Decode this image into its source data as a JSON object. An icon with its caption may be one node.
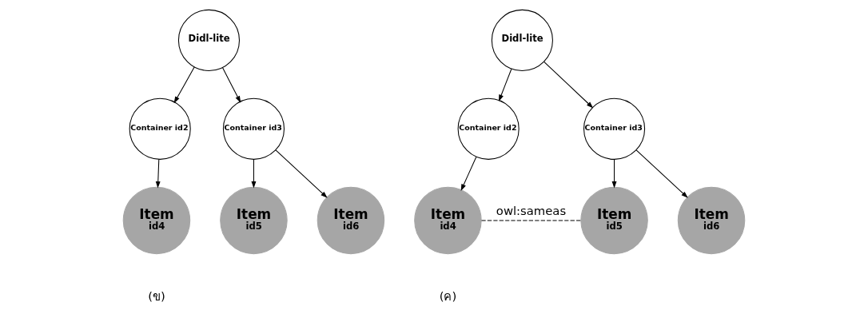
{
  "diagram": {
    "nodes": [
      {
        "text": [
          "Didl-lite"
        ]
      },
      {
        "text": [
          "Container id2"
        ]
      },
      {
        "text": [
          "Container id3"
        ]
      },
      {
        "text": [
          "Item",
          "id4"
        ]
      },
      {
        "text": [
          "Item",
          "id5"
        ]
      },
      {
        "text": [
          "Item",
          "id6"
        ]
      },
      {
        "text": [
          "Didl-lite"
        ]
      },
      {
        "text": [
          "Container id2"
        ]
      },
      {
        "text": [
          "Container id3"
        ]
      },
      {
        "text": [
          "Item",
          "id4"
        ]
      },
      {
        "text": [
          "Item",
          "id5"
        ]
      },
      {
        "text": [
          "Item",
          "id6"
        ]
      }
    ],
    "edges": [
      {
        "from": 0,
        "to": 1,
        "arrow": "to"
      },
      {
        "from": 0,
        "to": 2,
        "arrow": "to"
      },
      {
        "from": 1,
        "to": 3,
        "arrow": "to"
      },
      {
        "from": 2,
        "to": 4,
        "arrow": "to"
      },
      {
        "from": 2,
        "to": 5,
        "arrow": "to"
      },
      {
        "from": 6,
        "to": 7,
        "arrow": "to"
      },
      {
        "from": 6,
        "to": 8,
        "arrow": "to"
      },
      {
        "from": 7,
        "to": 9,
        "arrow": "to"
      },
      {
        "from": 8,
        "to": 10,
        "arrow": "to"
      },
      {
        "from": 8,
        "to": 11,
        "arrow": "to"
      },
      {
        "from": 9,
        "to": 10,
        "arrow": "none",
        "label": "owl:sameas",
        "style": "dashed"
      }
    ],
    "labels": [
      "(ข)",
      "(ค)"
    ]
  }
}
